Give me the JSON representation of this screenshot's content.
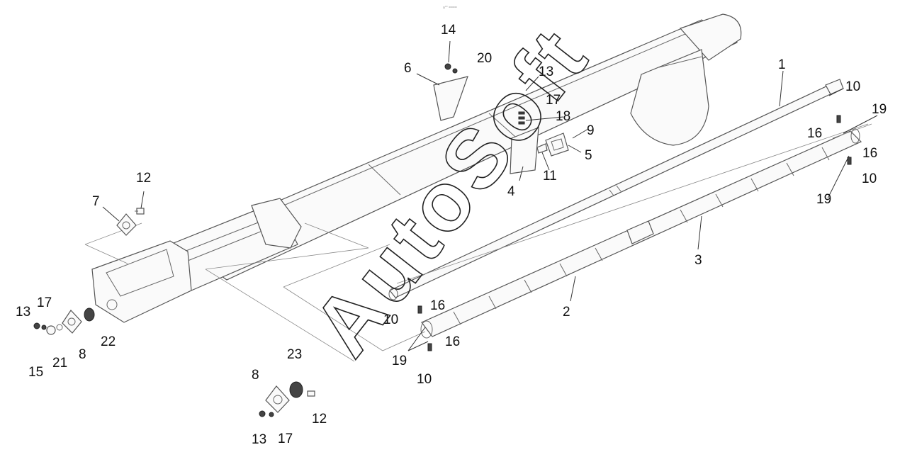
{
  "watermark": "AutoSoft",
  "corner_text": "a°° ====",
  "callouts": [
    "1",
    "2",
    "3",
    "4",
    "5",
    "6",
    "7",
    "8",
    "8",
    "9",
    "10",
    "10",
    "10",
    "10",
    "11",
    "12",
    "12",
    "13",
    "13",
    "13",
    "14",
    "15",
    "16",
    "16",
    "16",
    "16",
    "17",
    "17",
    "17",
    "18",
    "19",
    "19",
    "19",
    "19",
    "20",
    "21",
    "22",
    "23"
  ]
}
